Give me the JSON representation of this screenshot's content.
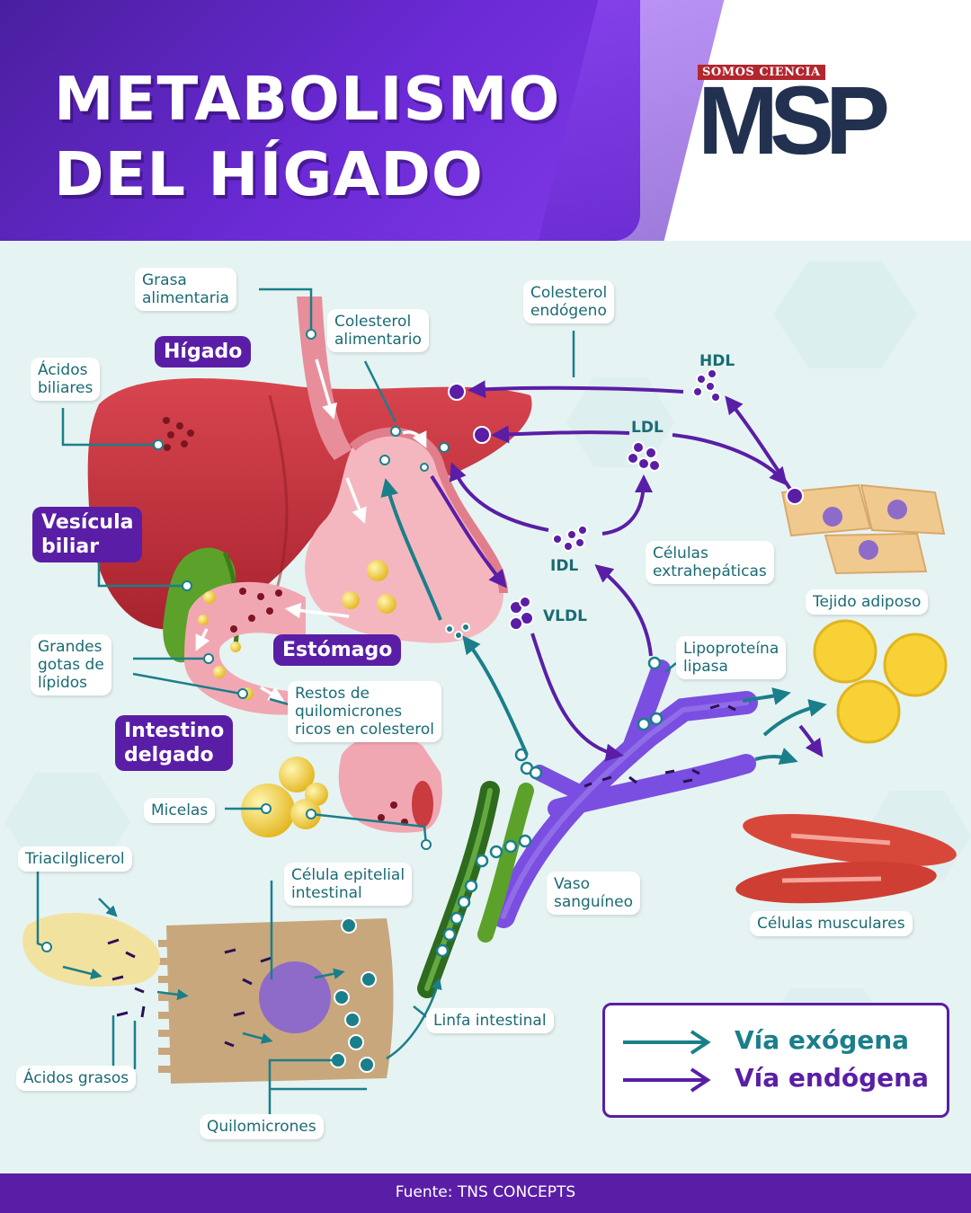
{
  "header": {
    "title_line1": "METABOLISMO",
    "title_line2": "DEL HÍGADO",
    "logo_small": "SOMOS CIENCIA",
    "logo_big": "MSP"
  },
  "organs": {
    "higado": "Hígado",
    "vesicula_1": "Vesícula",
    "vesicula_2": "biliar",
    "estomago": "Estómago",
    "intestino_1": "Intestino",
    "intestino_2": "delgado"
  },
  "labels": {
    "grasa_1": "Grasa",
    "grasa_2": "alimentaria",
    "colesterol_alim_1": "Colesterol",
    "colesterol_alim_2": "alimentario",
    "colesterol_endo_1": "Colesterol",
    "colesterol_endo_2": "endógeno",
    "acidos_biliares_1": "Ácidos",
    "acidos_biliares_2": "biliares",
    "grandes_1": "Grandes",
    "grandes_2": "gotas de",
    "grandes_3": "lípidos",
    "restos_1": "Restos de",
    "restos_2": "quilomicrones",
    "restos_3": "ricos en colesterol",
    "celulas_extra_1": "Células",
    "celulas_extra_2": "extrahepáticas",
    "tejido_adiposo": "Tejido adiposo",
    "lipoproteina_1": "Lipoproteína",
    "lipoproteina_2": "lipasa",
    "micelas": "Micelas",
    "triacilglicerol": "Triacilglicerol",
    "celula_epitelial_1": "Célula epitelial",
    "celula_epitelial_2": "intestinal",
    "vaso_1": "Vaso",
    "vaso_2": "sanguíneo",
    "celulas_musculares": "Células musculares",
    "linfa": "Linfa intestinal",
    "acidos_grasos": "Ácidos grasos",
    "quilomicrones": "Quilomicrones"
  },
  "lipoproteins": {
    "hdl": "HDL",
    "ldl": "LDL",
    "idl": "IDL",
    "vldl": "VLDL"
  },
  "legend": {
    "exogena": "Vía exógena",
    "endogena": "Vía endógena",
    "exogena_color": "#1a7f8a",
    "endogena_color": "#5a1ea6"
  },
  "footer": {
    "source": "Fuente: TNS CONCEPTS"
  }
}
